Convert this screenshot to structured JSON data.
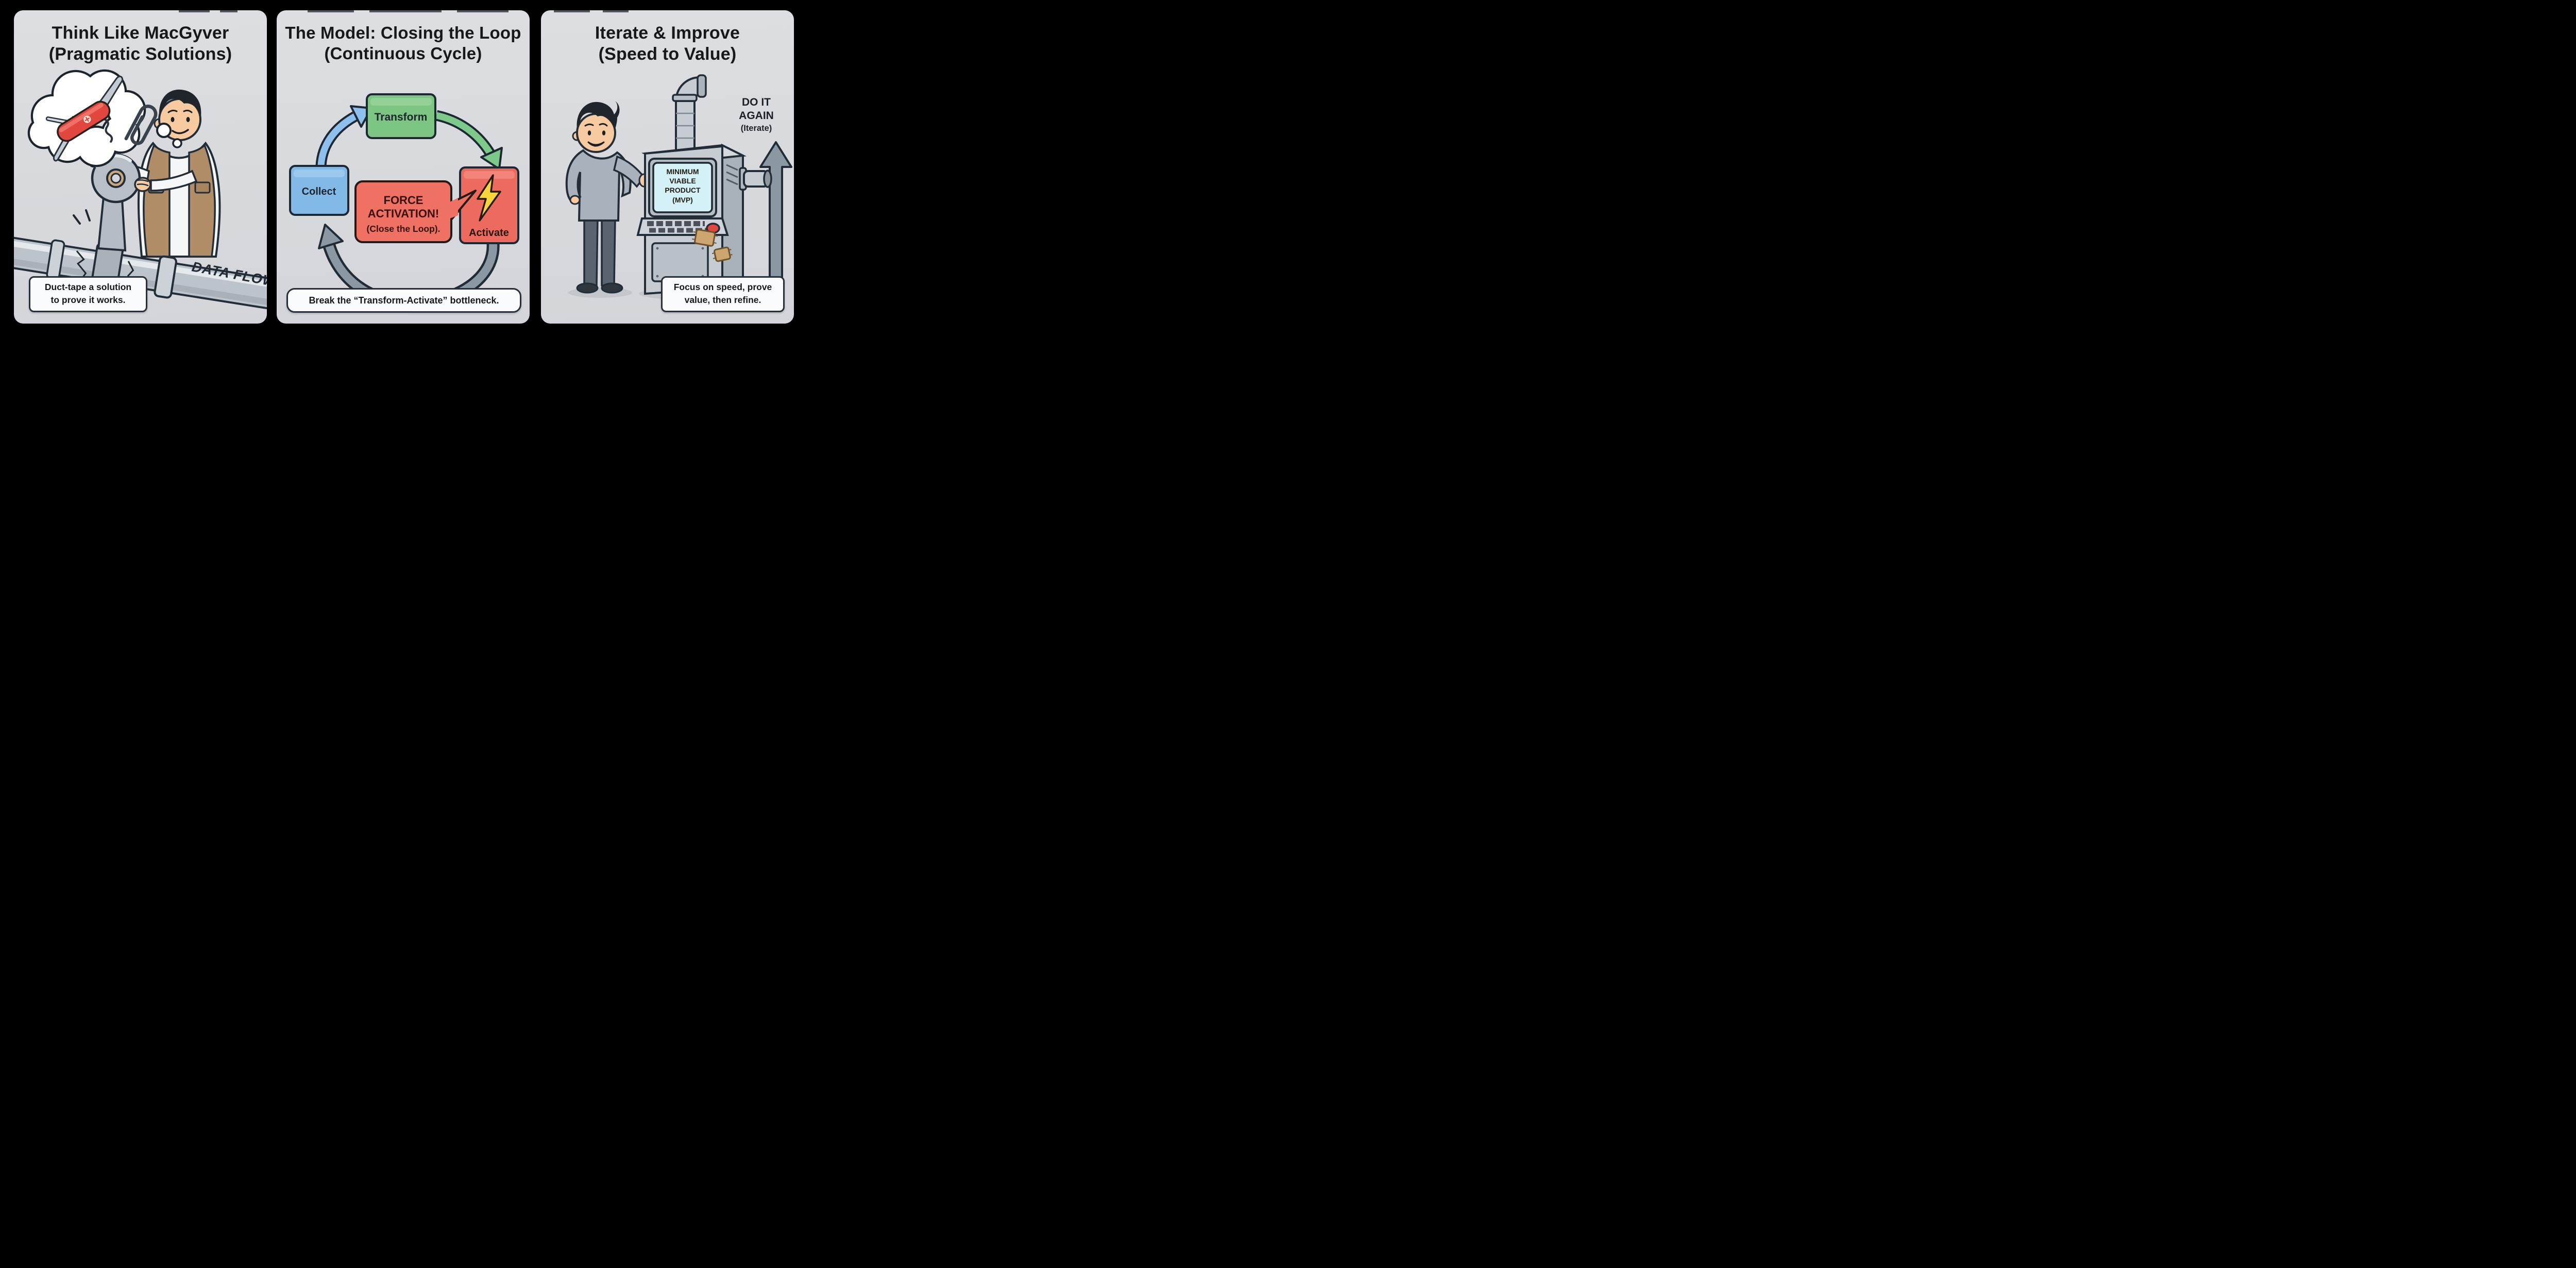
{
  "panels": [
    {
      "title_line1": "Think Like MacGyver",
      "title_line2": "(Pragmatic Solutions)",
      "pipe_label": "DATA FLOW",
      "caption_line1": "Duct-tape a solution",
      "caption_line2": "to prove it works.",
      "icons": [
        "thought-bubble",
        "swiss-army-knife",
        "paperclip",
        "duct-tape-roll",
        "cracked-pipe"
      ]
    },
    {
      "title_line1": "The Model: Closing the Loop",
      "title_line2": "(Continuous Cycle)",
      "nodes": {
        "collect": "Collect",
        "transform": "Transform",
        "activate": "Activate"
      },
      "callout_line1": "FORCE",
      "callout_line2": "ACTIVATION!",
      "callout_line3": "(Close the Loop).",
      "caption": "Break the “Transform-Activate” bottleneck.",
      "icons": [
        "lightning-bolt",
        "cycle-arrow-blue",
        "cycle-arrow-green",
        "cycle-arrow-gray"
      ]
    },
    {
      "title_line1": "Iterate & Improve",
      "title_line2": "(Speed to Value)",
      "screen_lines": [
        "MINIMUM",
        "VIABLE",
        "PRODUCT",
        "(MVP)"
      ],
      "arrow_label_line1": "DO IT",
      "arrow_label_line2": "AGAIN",
      "arrow_label_line3": "(Iterate)",
      "caption_line1": "Focus on speed, prove",
      "caption_line2": "value, then refine.",
      "icons": [
        "mvp-machine",
        "monitor-screen",
        "chimney-pipe",
        "side-pipe",
        "iterate-up-arrow",
        "tape-patch",
        "red-button"
      ]
    }
  ],
  "colors": {
    "background": "#000000",
    "panel_bg": "#d9dbdf",
    "outline": "#232d38",
    "node_green": "#7cc583",
    "node_blue": "#83b9e7",
    "node_red": "#ed6a5e",
    "callout_red": "#ef7163",
    "bolt_yellow": "#f7d33c",
    "arrow_blue": "#8ec0ee",
    "arrow_green": "#7cc98a",
    "arrow_gray": "#8b97a3",
    "pipe_gray": "#bcc3ca",
    "tape_gray": "#aab1b9",
    "screen_cyan": "#d5f1f8",
    "skin": "#f8caa0",
    "vest_tan": "#b08d66",
    "knife_red": "#e2473f",
    "patch_tan": "#cda56e",
    "caption_bg": "#fafbfc"
  }
}
